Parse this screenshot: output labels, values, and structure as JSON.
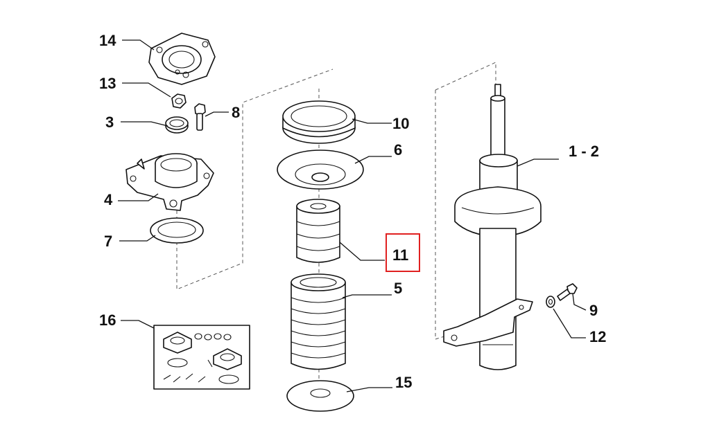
{
  "diagram": {
    "highlight_color": "#e02020",
    "line_color": "#111111",
    "labels": {
      "l14": "14",
      "l13": "13",
      "l3": "3",
      "l8": "8",
      "l4": "4",
      "l7": "7",
      "l16": "16",
      "l10": "10",
      "l6": "6",
      "l11": "11",
      "l5": "5",
      "l15": "15",
      "l12_": "1 - 2",
      "l9": "9",
      "l12": "12"
    },
    "highlighted_callout": "11"
  }
}
